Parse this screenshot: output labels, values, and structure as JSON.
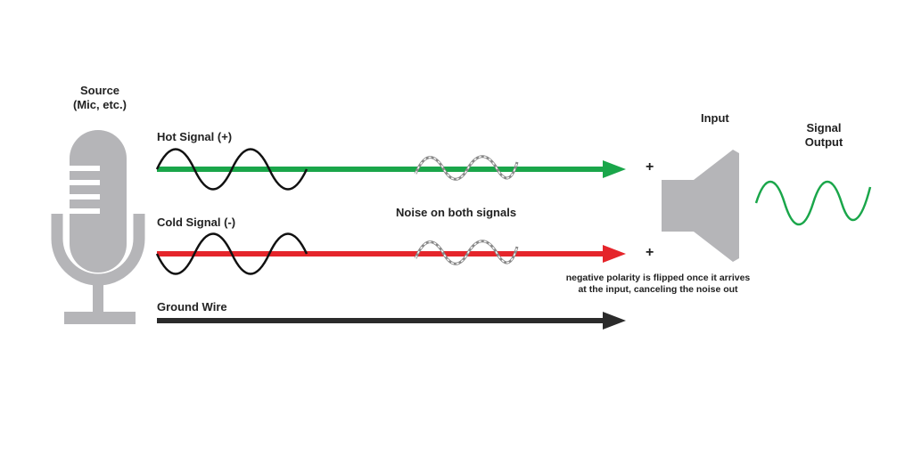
{
  "source": {
    "line1": "Source",
    "line2": "(Mic, etc.)"
  },
  "wires": {
    "hot": {
      "label": "Hot Signal (+)",
      "color": "#1aa64a"
    },
    "cold": {
      "label": "Cold Signal (-)",
      "color": "#e5252b"
    },
    "ground": {
      "label": "Ground Wire",
      "color": "#2b2b2b"
    }
  },
  "noise_label": "Noise on both signals",
  "input": {
    "label": "Input",
    "plus_hot": "+",
    "plus_cold": "+"
  },
  "output": {
    "line1": "Signal",
    "line2": "Output",
    "color": "#1aa64a"
  },
  "note": {
    "line1": "negative polarity is flipped once it arrives",
    "line2": "at the input, canceling the noise out"
  },
  "colors": {
    "mic": "#b5b5b8",
    "speaker": "#b5b5b8",
    "wave": "#111111"
  }
}
